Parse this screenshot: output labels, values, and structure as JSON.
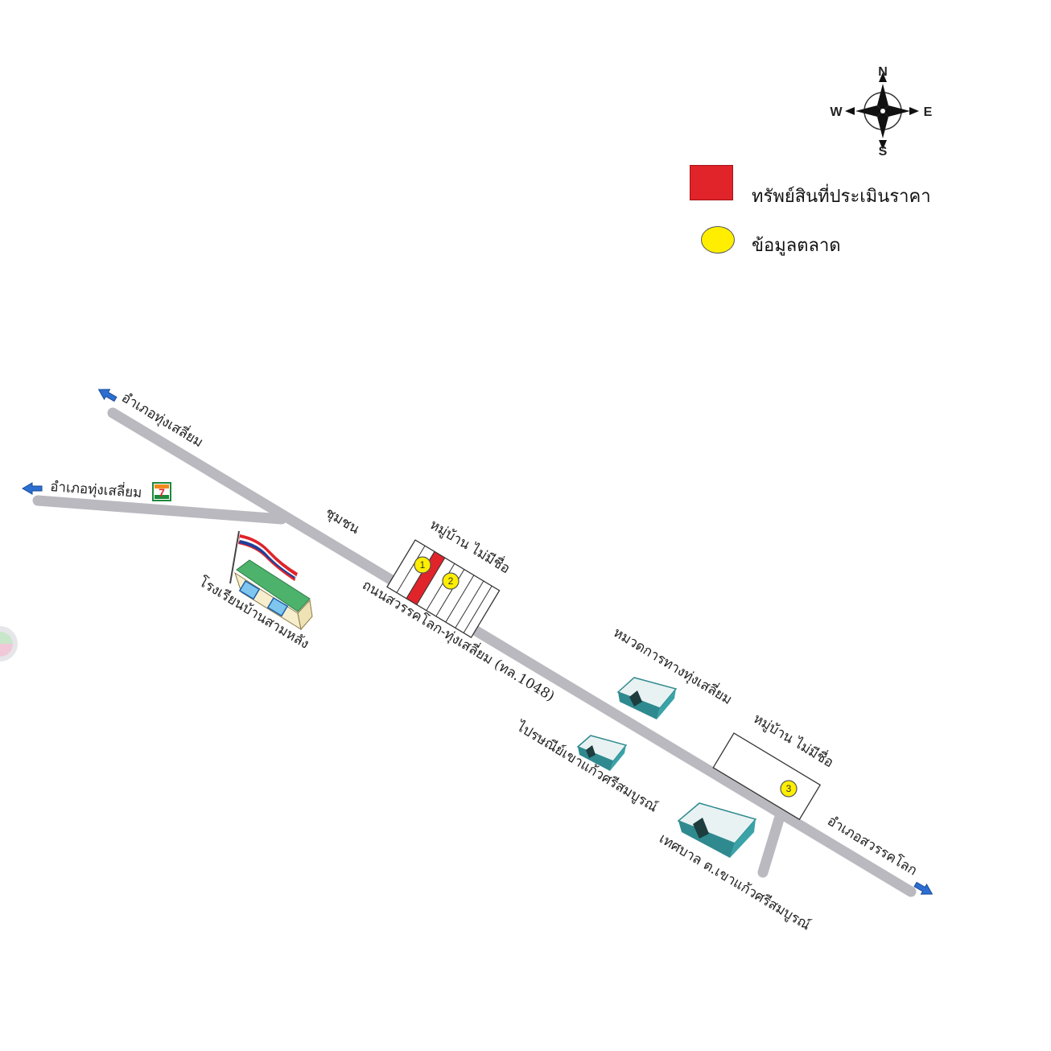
{
  "compass": {
    "north": "N",
    "south": "S",
    "east": "E",
    "west": "W"
  },
  "legend": {
    "property_label": "ทรัพย์สินที่ประเมินราคา",
    "property_color": "#e0242a",
    "market_label": "ข้อมูลตลาด",
    "market_color": "#ffee00"
  },
  "labels": {
    "road_nw": "อำเภอทุ่งเสลี่ยม",
    "road_w": "อำเภอทุ่งเสลี่ยม",
    "community": "ชุมชน",
    "village_1": "หมู่บ้าน ไม่มีชื่อ",
    "school": "โรงเรียนบ้านสามหลัง",
    "main_road": "ถนนสวรรคโลก-ทุ่งเสลี่ยม (ทล.1048)",
    "police": "หมวดการทางทุ่งเสลี่ยม",
    "village_2": "หมู่บ้าน ไม่มีชื่อ",
    "post_office": "ไปรษณีย์เขาแก้วศรีสมบูรณ์",
    "municipality": "เทศบาล ต.เขาแก้วศรีสมบูรณ์",
    "road_se": "อำเภอสวรรคโลก",
    "seven_eleven": "7"
  },
  "markers": [
    {
      "id": "1"
    },
    {
      "id": "2"
    },
    {
      "id": "3"
    }
  ],
  "icons": {
    "compass": "compass-rose-icon",
    "school": "school-flag-icon",
    "store": "convenience-store-icon",
    "building": "government-building-icon",
    "arrow": "direction-arrow-icon"
  },
  "colors": {
    "road": "#b9b9bf",
    "arrow": "#2d6fd0",
    "building_teal": "#2f8a8f",
    "building_roof": "#e8f2f2"
  }
}
